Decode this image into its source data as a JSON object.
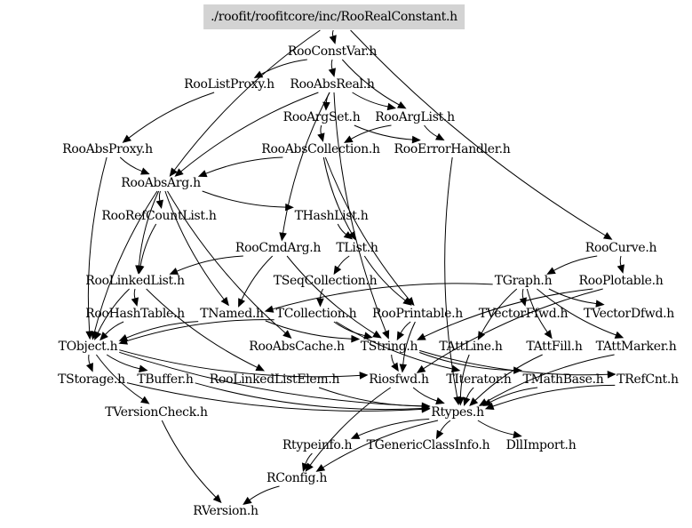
{
  "graph": {
    "title": "./roofit/roofitcore/inc/RooRealConstant.h",
    "root_fill": "#d3d3d3",
    "nodes": [
      {
        "id": "root",
        "label": "./roofit/roofitcore/inc/RooRealConstant.h"
      },
      {
        "id": "RooConstVar",
        "label": "RooConstVar.h"
      },
      {
        "id": "RooListProxy",
        "label": "RooListProxy.h"
      },
      {
        "id": "RooAbsReal",
        "label": "RooAbsReal.h"
      },
      {
        "id": "RooArgSet",
        "label": "RooArgSet.h"
      },
      {
        "id": "RooArgList",
        "label": "RooArgList.h"
      },
      {
        "id": "RooAbsProxy",
        "label": "RooAbsProxy.h"
      },
      {
        "id": "RooAbsCollection",
        "label": "RooAbsCollection.h"
      },
      {
        "id": "RooErrorHandler",
        "label": "RooErrorHandler.h"
      },
      {
        "id": "RooAbsArg",
        "label": "RooAbsArg.h"
      },
      {
        "id": "RooRefCountList",
        "label": "RooRefCountList.h"
      },
      {
        "id": "THashList",
        "label": "THashList.h"
      },
      {
        "id": "RooCmdArg",
        "label": "RooCmdArg.h"
      },
      {
        "id": "TList",
        "label": "TList.h"
      },
      {
        "id": "RooCurve",
        "label": "RooCurve.h"
      },
      {
        "id": "RooLinkedList",
        "label": "RooLinkedList.h"
      },
      {
        "id": "TSeqCollection",
        "label": "TSeqCollection.h"
      },
      {
        "id": "TGraph",
        "label": "TGraph.h"
      },
      {
        "id": "RooPlotable",
        "label": "RooPlotable.h"
      },
      {
        "id": "RooHashTable",
        "label": "RooHashTable.h"
      },
      {
        "id": "TNamed",
        "label": "TNamed.h"
      },
      {
        "id": "TCollection",
        "label": "TCollection.h"
      },
      {
        "id": "RooPrintable",
        "label": "RooPrintable.h"
      },
      {
        "id": "TVectorFfwd",
        "label": "TVectorFfwd.h"
      },
      {
        "id": "TVectorDfwd",
        "label": "TVectorDfwd.h"
      },
      {
        "id": "TObject",
        "label": "TObject.h"
      },
      {
        "id": "RooAbsCache",
        "label": "RooAbsCache.h"
      },
      {
        "id": "TString",
        "label": "TString.h"
      },
      {
        "id": "TAttLine",
        "label": "TAttLine.h"
      },
      {
        "id": "TAttFill",
        "label": "TAttFill.h"
      },
      {
        "id": "TAttMarker",
        "label": "TAttMarker.h"
      },
      {
        "id": "TStorage",
        "label": "TStorage.h"
      },
      {
        "id": "TBuffer",
        "label": "TBuffer.h"
      },
      {
        "id": "RooLinkedListElem",
        "label": "RooLinkedListElem.h"
      },
      {
        "id": "Riosfwd",
        "label": "Riosfwd.h"
      },
      {
        "id": "TIterator",
        "label": "TIterator.h"
      },
      {
        "id": "TMathBase",
        "label": "TMathBase.h"
      },
      {
        "id": "TRefCnt",
        "label": "TRefCnt.h"
      },
      {
        "id": "TVersionCheck",
        "label": "TVersionCheck.h"
      },
      {
        "id": "Rtypes",
        "label": "Rtypes.h"
      },
      {
        "id": "Rtypeinfo",
        "label": "Rtypeinfo.h"
      },
      {
        "id": "TGenericClassInfo",
        "label": "TGenericClassInfo.h"
      },
      {
        "id": "DllImport",
        "label": "DllImport.h"
      },
      {
        "id": "RConfig",
        "label": "RConfig.h"
      },
      {
        "id": "RVersion",
        "label": "RVersion.h"
      }
    ],
    "edges": [
      [
        "root",
        "RooConstVar"
      ],
      [
        "root",
        "RooAbsArg"
      ],
      [
        "root",
        "RooCurve"
      ],
      [
        "RooConstVar",
        "RooListProxy"
      ],
      [
        "RooConstVar",
        "RooAbsReal"
      ],
      [
        "RooConstVar",
        "RooArgList"
      ],
      [
        "RooListProxy",
        "RooAbsProxy"
      ],
      [
        "RooAbsReal",
        "RooArgSet"
      ],
      [
        "RooAbsReal",
        "RooArgList"
      ],
      [
        "RooAbsReal",
        "RooAbsArg"
      ],
      [
        "RooAbsReal",
        "RooCmdArg"
      ],
      [
        "RooAbsReal",
        "TString"
      ],
      [
        "RooArgSet",
        "RooAbsCollection"
      ],
      [
        "RooArgSet",
        "RooErrorHandler"
      ],
      [
        "RooArgList",
        "RooAbsCollection"
      ],
      [
        "RooArgList",
        "RooErrorHandler"
      ],
      [
        "RooAbsProxy",
        "RooAbsArg"
      ],
      [
        "RooAbsProxy",
        "TObject"
      ],
      [
        "RooAbsCollection",
        "RooAbsArg"
      ],
      [
        "RooAbsCollection",
        "TList"
      ],
      [
        "RooAbsCollection",
        "RooPrintable"
      ],
      [
        "RooErrorHandler",
        "Rtypes"
      ],
      [
        "RooAbsArg",
        "RooRefCountList"
      ],
      [
        "RooAbsArg",
        "THashList"
      ],
      [
        "RooAbsArg",
        "TNamed"
      ],
      [
        "RooAbsArg",
        "RooLinkedList"
      ],
      [
        "RooAbsArg",
        "TObject"
      ],
      [
        "RooAbsArg",
        "RooAbsCache"
      ],
      [
        "RooRefCountList",
        "RooLinkedList"
      ],
      [
        "THashList",
        "TList"
      ],
      [
        "RooCmdArg",
        "RooLinkedList"
      ],
      [
        "RooCmdArg",
        "TNamed"
      ],
      [
        "RooCmdArg",
        "TString"
      ],
      [
        "TList",
        "TSeqCollection"
      ],
      [
        "TList",
        "RooPrintable"
      ],
      [
        "RooCurve",
        "TGraph"
      ],
      [
        "RooCurve",
        "RooPlotable"
      ],
      [
        "RooLinkedList",
        "RooHashTable"
      ],
      [
        "RooLinkedList",
        "TObject"
      ],
      [
        "RooLinkedList",
        "RooLinkedListElem"
      ],
      [
        "TSeqCollection",
        "TCollection"
      ],
      [
        "TGraph",
        "TNamed"
      ],
      [
        "TGraph",
        "TAttLine"
      ],
      [
        "TGraph",
        "TVectorFfwd"
      ],
      [
        "TGraph",
        "TVectorDfwd"
      ],
      [
        "TGraph",
        "TAttFill"
      ],
      [
        "TGraph",
        "TAttMarker"
      ],
      [
        "RooPlotable",
        "TString"
      ],
      [
        "RooPlotable",
        "Riosfwd"
      ],
      [
        "RooHashTable",
        "TObject"
      ],
      [
        "TNamed",
        "TObject"
      ],
      [
        "TNamed",
        "TString"
      ],
      [
        "TCollection",
        "TObject"
      ],
      [
        "TCollection",
        "TString"
      ],
      [
        "TCollection",
        "TIterator"
      ],
      [
        "RooPrintable",
        "TString"
      ],
      [
        "RooPrintable",
        "Riosfwd"
      ],
      [
        "TObject",
        "TStorage"
      ],
      [
        "TObject",
        "TBuffer"
      ],
      [
        "TObject",
        "Riosfwd"
      ],
      [
        "TObject",
        "TVersionCheck"
      ],
      [
        "TObject",
        "Rtypes"
      ],
      [
        "TString",
        "Riosfwd"
      ],
      [
        "TString",
        "TMathBase"
      ],
      [
        "TString",
        "TRefCnt"
      ],
      [
        "TAttLine",
        "Rtypes"
      ],
      [
        "TAttFill",
        "Rtypes"
      ],
      [
        "TAttMarker",
        "Rtypes"
      ],
      [
        "TStorage",
        "Rtypes"
      ],
      [
        "TBuffer",
        "Rtypes"
      ],
      [
        "RooLinkedListElem",
        "Rtypes"
      ],
      [
        "Riosfwd",
        "RConfig"
      ],
      [
        "Riosfwd",
        "Rtypes"
      ],
      [
        "TIterator",
        "Rtypes"
      ],
      [
        "TMathBase",
        "Rtypes"
      ],
      [
        "TRefCnt",
        "Rtypes"
      ],
      [
        "TVersionCheck",
        "RVersion"
      ],
      [
        "Rtypes",
        "Rtypeinfo"
      ],
      [
        "Rtypes",
        "TGenericClassInfo"
      ],
      [
        "Rtypes",
        "DllImport"
      ],
      [
        "Rtypes",
        "RConfig"
      ],
      [
        "Rtypeinfo",
        "RConfig"
      ],
      [
        "RConfig",
        "RVersion"
      ]
    ]
  }
}
